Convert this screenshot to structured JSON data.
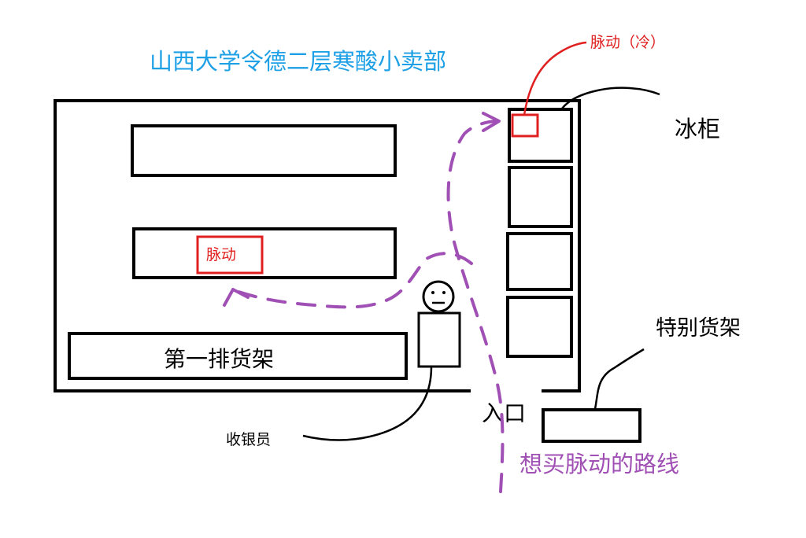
{
  "title": "山西大学令德二层寒酸小卖部",
  "labels": {
    "freezer": "冰柜",
    "special_shelf": "特别货架",
    "entrance": "入口",
    "cashier": "收银员",
    "first_row_shelf": "第一排货架",
    "route": "想买脉动的路线",
    "maidong_shelf": "脉动",
    "maidong_cold": "脉动（冷）"
  },
  "colors": {
    "title": "#1ea0e6",
    "outline": "#000000",
    "highlight": "#e02020",
    "route": "#a050b4"
  },
  "icons": {
    "cashier_face": "neutral-face-icon"
  }
}
